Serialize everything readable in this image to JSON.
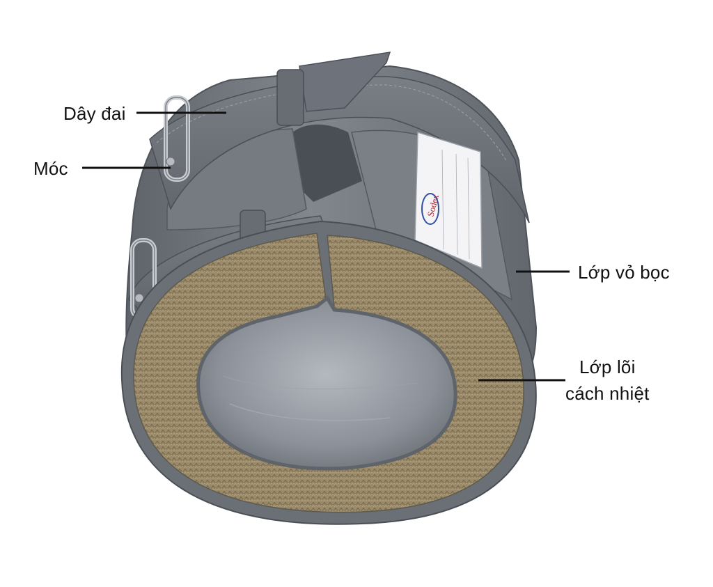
{
  "labels": {
    "strap": "Dây đai",
    "hook": "Móc",
    "cover": "Lớp vỏ bọc",
    "core_line1": "Lớp lõi",
    "core_line2": "cách nhiệt"
  },
  "product_tag": {
    "brand": "Sodex"
  },
  "colors": {
    "cover": "#6b6f76",
    "cover_highlight": "#8a8e95",
    "insulation": "#9a8a6a",
    "inner_liner": "#8f949b",
    "leader_line": "#111111"
  }
}
